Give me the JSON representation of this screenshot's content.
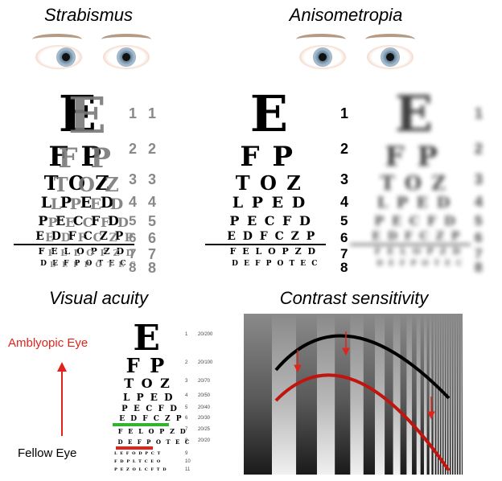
{
  "panels": {
    "strabismus": {
      "title": "Strabismus"
    },
    "anisometropia": {
      "title": "Anisometropia"
    },
    "acuity": {
      "title": "Visual acuity",
      "top_label": "Amblyopic Eye",
      "bottom_label": "Fellow Eye",
      "top_label_color": "#e0241b"
    },
    "contrast": {
      "title": "Contrast sensitivity"
    }
  },
  "snellen": {
    "lines": [
      "E",
      "F P",
      "T O Z",
      "L P E D",
      "P E C F D",
      "E D F C Z P",
      "F E L O P Z D",
      "D E F P O T E C"
    ],
    "numbers": [
      "1",
      "2",
      "3",
      "4",
      "5",
      "6",
      "7",
      "8"
    ],
    "small_lines": [
      "L E F O D P C T",
      "F D P L T C E O",
      "P E Z O L C F T D"
    ],
    "small_numbers": [
      "9",
      "10",
      "11"
    ],
    "acuity_values": [
      "20/200",
      "20/100",
      "20/70",
      "20/50",
      "20/40",
      "20/30",
      "20/25",
      "20/20"
    ]
  },
  "colors": {
    "green_bar": "#2fb52f",
    "red_bar": "#e0241b",
    "arrow": "#e0241b",
    "black_curve": "#000000",
    "red_curve": "#c0150f"
  }
}
